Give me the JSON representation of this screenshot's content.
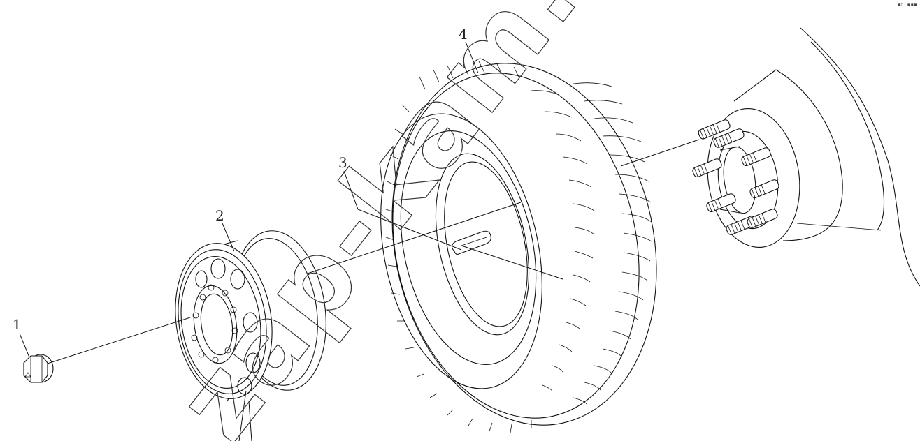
{
  "diagram": {
    "parts": [
      {
        "id": "nut",
        "label": "1"
      },
      {
        "id": "rim",
        "label": "2"
      },
      {
        "id": "valve",
        "label": "3"
      },
      {
        "id": "tire",
        "label": "4"
      }
    ],
    "watermark": "zap-kam.ru",
    "corner_mark": "▪▫ ▪▪▪"
  }
}
